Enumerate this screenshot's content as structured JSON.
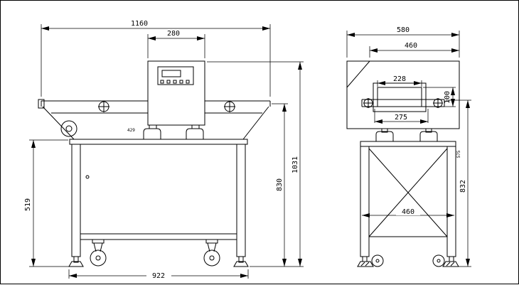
{
  "drawing": {
    "dims": {
      "left": {
        "overall_width": "1160",
        "head_width": "280",
        "height_total": "1031",
        "height_belt": "830",
        "height_frame": "519",
        "base_width": "922",
        "callout": "429"
      },
      "right": {
        "overall_width": "580",
        "top_width": "460",
        "aperture_width": "228",
        "aperture_height": "100",
        "belt_width": "275",
        "leg_span": "460",
        "height_overall": "832",
        "callout": "575"
      }
    }
  }
}
